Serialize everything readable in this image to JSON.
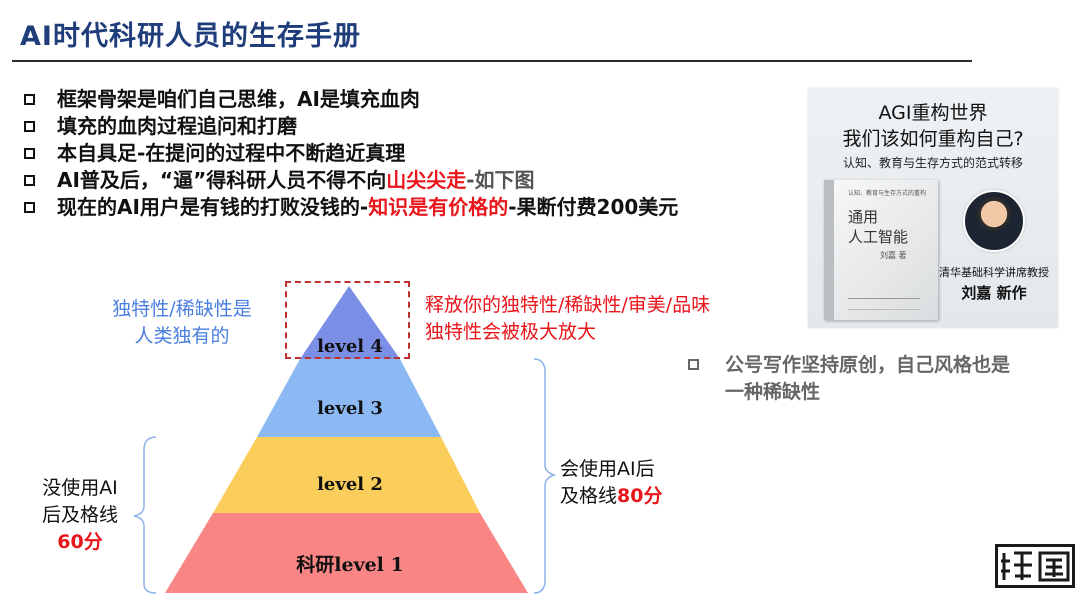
{
  "title": "AI时代科研人员的生存手册",
  "bullets": [
    {
      "parts": [
        {
          "text": "框架骨架是咱们自己思维，AI是填充血肉",
          "style": "normal"
        }
      ]
    },
    {
      "parts": [
        {
          "text": "填充的血肉过程追问和打磨",
          "style": "normal"
        }
      ]
    },
    {
      "parts": [
        {
          "text": "本自具足-在提问的过程中不断趋近真理",
          "style": "normal"
        }
      ]
    },
    {
      "parts": [
        {
          "text": "AI普及后，“逼”得科研人员不得不向",
          "style": "normal"
        },
        {
          "text": "山尖尖走",
          "style": "red"
        },
        {
          "text": "-如下图",
          "style": "gray"
        }
      ]
    },
    {
      "parts": [
        {
          "text": "现在的AI用户是有钱的打败没钱的-",
          "style": "normal"
        },
        {
          "text": "知识是有价格的",
          "style": "red"
        },
        {
          "text": "-果断付费200美元",
          "style": "normal"
        }
      ]
    }
  ],
  "book": {
    "line1": "AGI重构世界",
    "line2": "我们该如何重构自己?",
    "line3": "认知、教育与生存方式的范式转移",
    "cover_subtitle": "认知、教育与生存方式的重构",
    "cover_title_1": "通用",
    "cover_title_2": "人工智能",
    "cover_author": "刘嘉 著",
    "professor": "清华基础科学讲席教授",
    "author": "刘嘉 新作"
  },
  "pyramid": {
    "levels": [
      {
        "label": "level 4",
        "color": "#7b8fe6"
      },
      {
        "label": "level 3",
        "color": "#8cb8f4"
      },
      {
        "label": "level 2",
        "color": "#fbcd5a"
      },
      {
        "label": "科研level 1",
        "color": "#f98585"
      }
    ],
    "left_top_note": [
      "独特性/稀缺性是",
      "人类独有的"
    ],
    "right_top_note": [
      "释放你的独特性/稀缺性/审美/品味",
      "独特性会被极大放大"
    ],
    "left_bottom_note": {
      "line1": "没使用AI",
      "line2": "后及格线",
      "score": "60分"
    },
    "right_bottom_note": {
      "line1": "会使用AI后",
      "line2_prefix": "及格线",
      "score": "80分"
    }
  },
  "note": {
    "line1": "公号写作坚持原创，自己风格也是",
    "line2": "一种稀缺性"
  },
  "colors": {
    "title": "#1f3d7a",
    "accent_red": "#e8151b",
    "blue_note": "#4a7fe0"
  }
}
